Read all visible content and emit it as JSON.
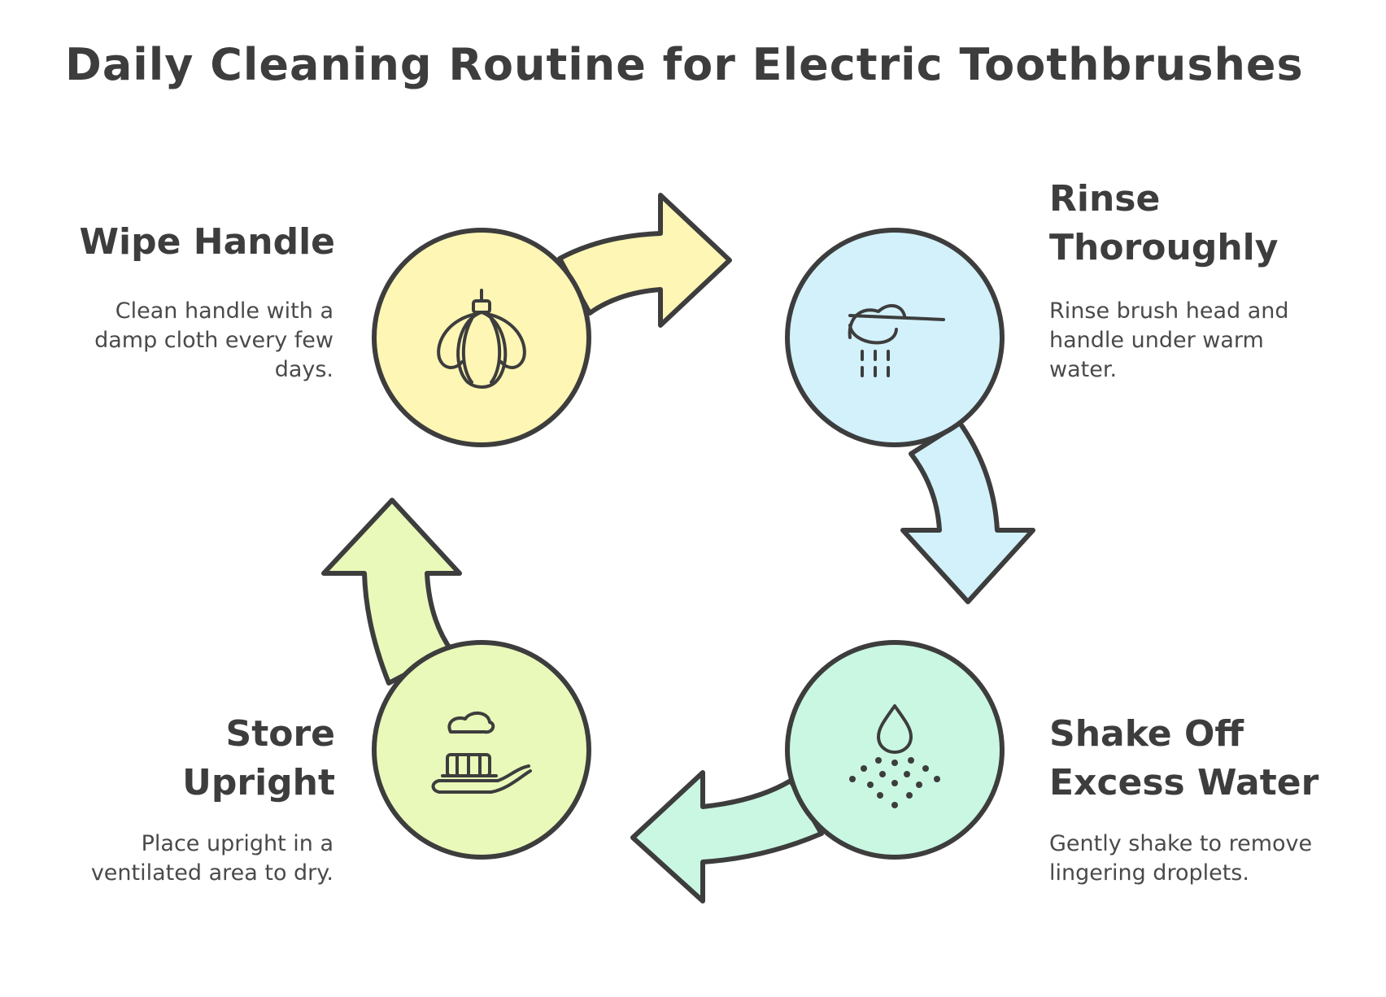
{
  "title": "Daily Cleaning Routine for Electric Toothbrushes",
  "colors": {
    "outline": "#3d3d3d",
    "yellow": "#fdf6b4",
    "blue": "#d2f1fb",
    "mint": "#c9f7e2",
    "lime": "#e8f9b9"
  },
  "steps": [
    {
      "title": "Wipe Handle",
      "description": "Clean handle with a damp cloth every few days.",
      "icon": "flower-bud-icon"
    },
    {
      "title": "Rinse Thoroughly",
      "description": "Rinse brush head and handle under warm water.",
      "icon": "faucet-water-icon"
    },
    {
      "title": "Shake Off Excess Water",
      "description": "Gently shake to remove lingering droplets.",
      "icon": "water-droplets-icon"
    },
    {
      "title": "Store Upright",
      "description": "Place upright in a ventilated area to dry.",
      "icon": "toothbrush-hand-icon"
    }
  ]
}
